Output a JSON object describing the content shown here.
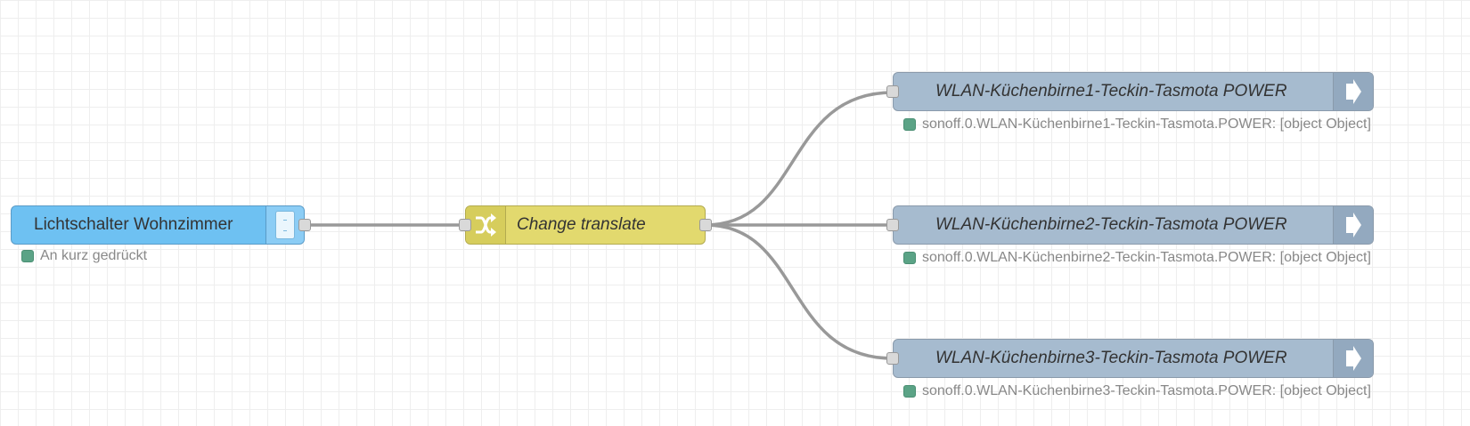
{
  "canvas": {
    "grid": true,
    "background": "#ffffff",
    "grid_color": "#eeeeee"
  },
  "nodes": {
    "trigger": {
      "label": "Lichtschalter Wohnzimmer",
      "status": "An kurz gedrückt",
      "color": "#6ec1f2",
      "icon": "inject-button-icon"
    },
    "change": {
      "label": "Change translate",
      "color": "#e2d96e",
      "icon": "shuffle-icon"
    },
    "outputs": [
      {
        "label": "WLAN-Küchenbirne1-Teckin-Tasmota POWER",
        "status": "sonoff.0.WLAN-Küchenbirne1-Teckin-Tasmota.POWER: [object Object]",
        "color": "#a6bbcf",
        "icon": "arrow-right-icon"
      },
      {
        "label": "WLAN-Küchenbirne2-Teckin-Tasmota POWER",
        "status": "sonoff.0.WLAN-Küchenbirne2-Teckin-Tasmota.POWER: [object Object]",
        "color": "#a6bbcf",
        "icon": "arrow-right-icon"
      },
      {
        "label": "WLAN-Küchenbirne3-Teckin-Tasmota POWER",
        "status": "sonoff.0.WLAN-Küchenbirne3-Teckin-Tasmota.POWER: [object Object]",
        "color": "#a6bbcf",
        "icon": "arrow-right-icon"
      }
    ]
  },
  "status_color": "#5ba386",
  "wire_color": "#999999"
}
